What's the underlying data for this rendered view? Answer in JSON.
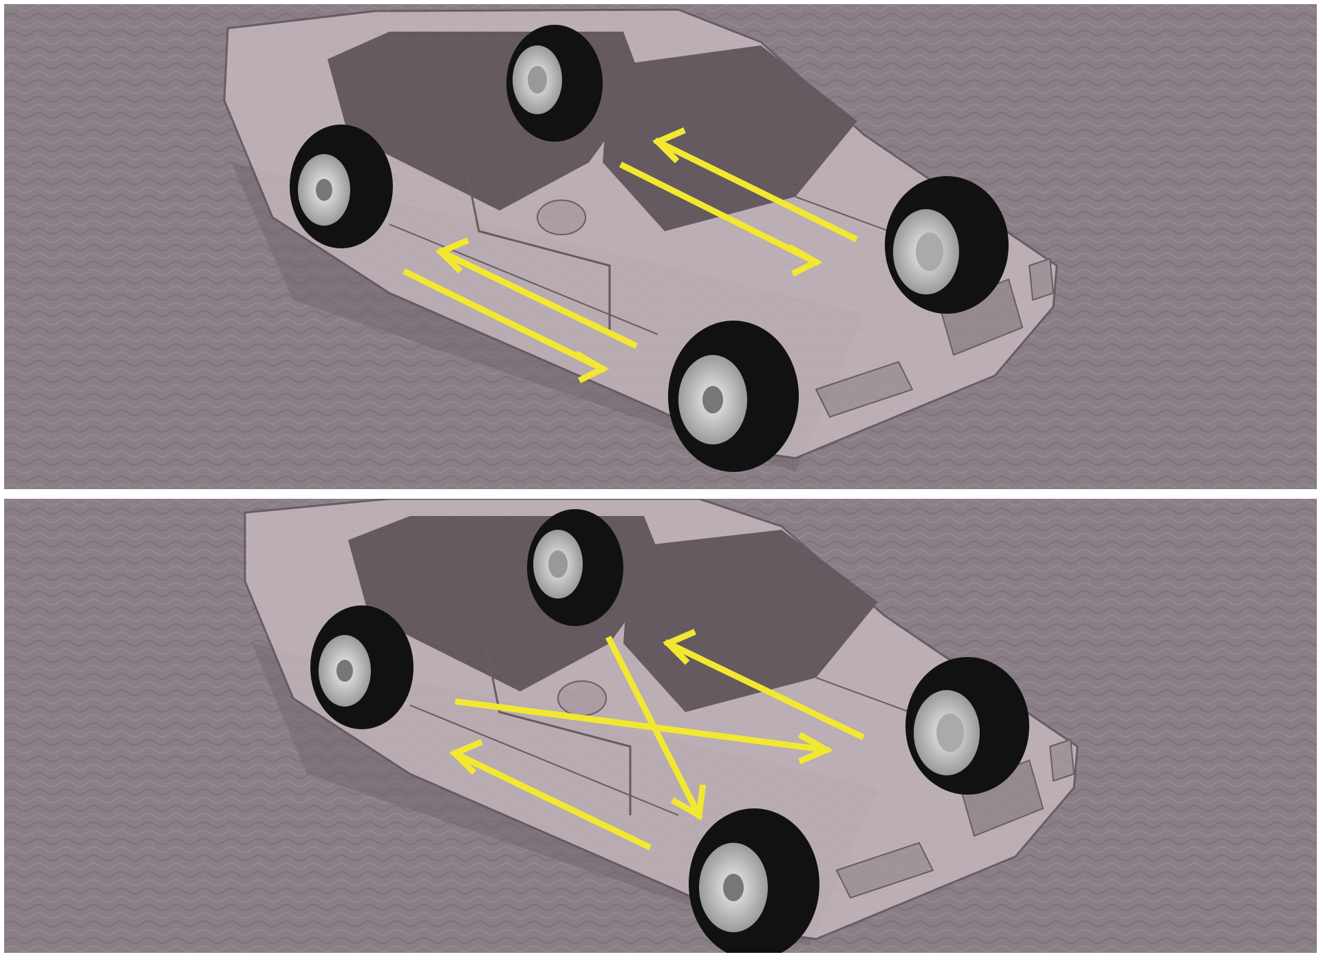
{
  "figure": {
    "panels": [
      {
        "id": "front-to-back-rotation",
        "arrows": [
          "rear-to-front",
          "front-to-rear",
          "rear-to-front",
          "front-to-rear"
        ]
      },
      {
        "id": "cross-rotation",
        "arrows": [
          "front-to-rear-cross",
          "rear-to-front-cross",
          "front-to-rear-straight",
          "rear-to-front-straight"
        ]
      }
    ],
    "colors": {
      "ground": "#8a7f86",
      "car_body": "#c9bcc2",
      "car_outline": "#5e5459",
      "window_tint": "#5a5055",
      "tire": "#111111",
      "rim": "#c8c8c8",
      "arrow": "#f2e832",
      "arrow_outline": "#6d6a2a"
    }
  }
}
